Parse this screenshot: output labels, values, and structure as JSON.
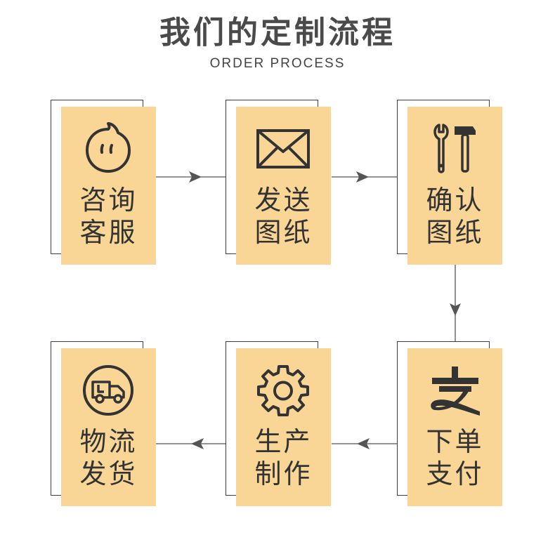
{
  "header": {
    "title": "我们的定制流程",
    "subtitle": "ORDER PROCESS"
  },
  "steps": [
    {
      "line1": "咨询",
      "line2": "客服",
      "icon": "chat-bubble-icon"
    },
    {
      "line1": "发送",
      "line2": "图纸",
      "icon": "envelope-icon"
    },
    {
      "line1": "确认",
      "line2": "图纸",
      "icon": "tools-icon"
    },
    {
      "line1": "下单",
      "line2": "支付",
      "icon": "alipay-icon"
    },
    {
      "line1": "生产",
      "line2": "制作",
      "icon": "gear-icon"
    },
    {
      "line1": "物流",
      "line2": "发货",
      "icon": "delivery-truck-icon"
    }
  ],
  "colors": {
    "card": "#f9d696",
    "frame": "#3d3d3d",
    "text": "#333333",
    "arrow": "#555555"
  }
}
